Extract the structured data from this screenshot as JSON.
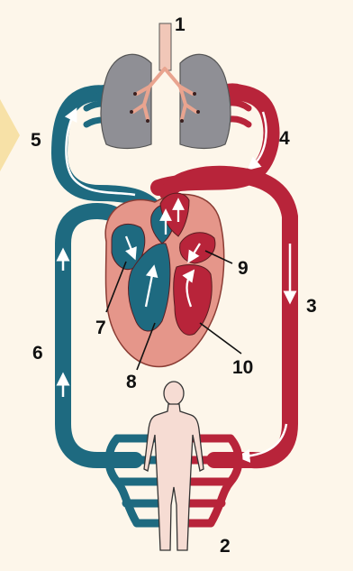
{
  "diagram": {
    "labels": {
      "lungs": "1",
      "body": "2",
      "aorta": "3",
      "pulmonary_vein": "4",
      "pulmonary_artery": "5",
      "vena_cava": "6",
      "right_atrium": "7",
      "right_ventricle": "8",
      "left_atrium": "9",
      "left_ventricle": "10"
    },
    "colors": {
      "oxygenated": "#b8243a",
      "deoxygenated": "#1e6a80",
      "heart_wall": "#e5968a",
      "lung": "#8f8f95",
      "body": "#f6dcd3",
      "background": "#fdf6ea"
    }
  }
}
